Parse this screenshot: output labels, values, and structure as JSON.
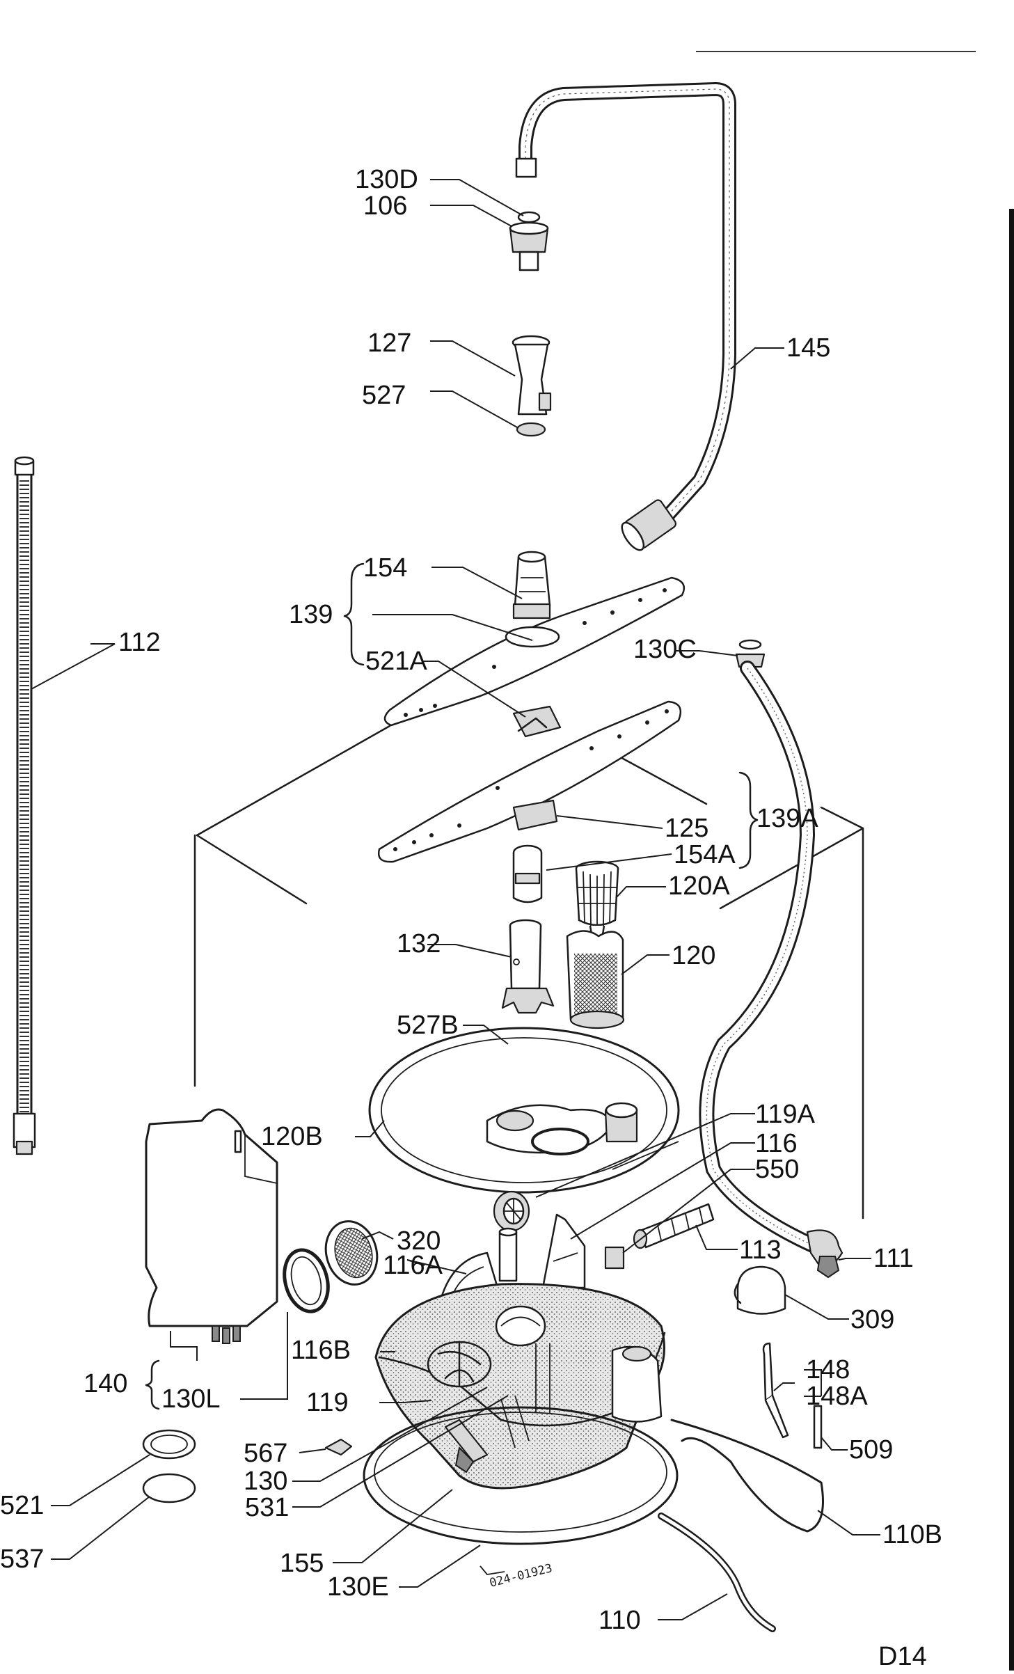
{
  "diagram": {
    "stamp_text": "024-01923",
    "corner_code": "D14",
    "labels": {
      "l_130D": "130D",
      "l_106": "106",
      "l_127": "127",
      "l_527": "527",
      "l_145": "145",
      "l_154": "154",
      "l_139": "139",
      "l_521A": "521A",
      "l_112": "112",
      "l_130C": "130C",
      "l_125": "125",
      "l_139A": "139A",
      "l_154A": "154A",
      "l_120A": "120A",
      "l_132": "132",
      "l_120": "120",
      "l_527B": "527B",
      "l_120B": "120B",
      "l_119A": "119A",
      "l_116": "116",
      "l_550": "550",
      "l_320": "320",
      "l_116A": "116A",
      "l_113": "113",
      "l_111": "111",
      "l_309": "309",
      "l_116B": "116B",
      "l_140": "140",
      "l_130L": "130L",
      "l_148": "148",
      "l_148A": "148A",
      "l_119": "119",
      "l_509": "509",
      "l_567": "567",
      "l_130": "130",
      "l_521": "521",
      "l_531": "531",
      "l_537": "537",
      "l_110B": "110B",
      "l_155": "155",
      "l_130E": "130E",
      "l_110": "110"
    }
  }
}
